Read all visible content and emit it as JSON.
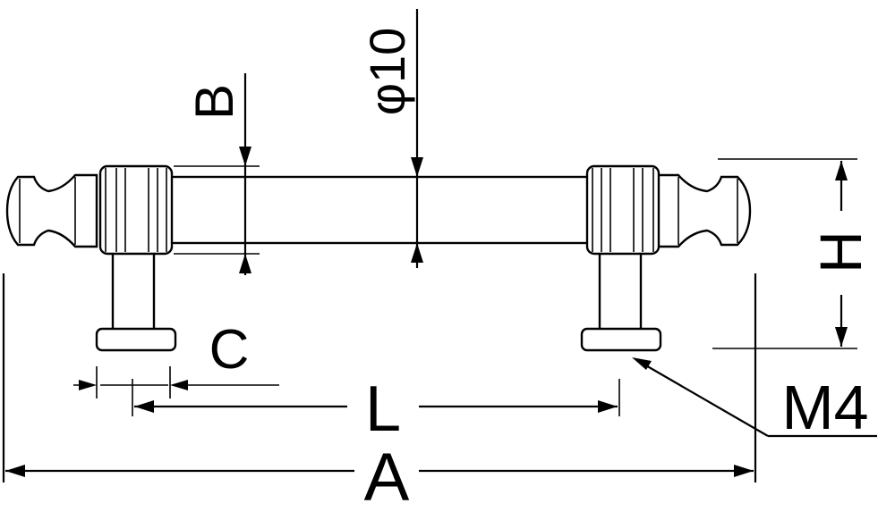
{
  "drawing": {
    "subject": "",
    "labels": {
      "B": "B",
      "phi10": "φ10",
      "C": "C",
      "L": "L",
      "A": "A",
      "H": "H",
      "M4": "M4"
    }
  }
}
